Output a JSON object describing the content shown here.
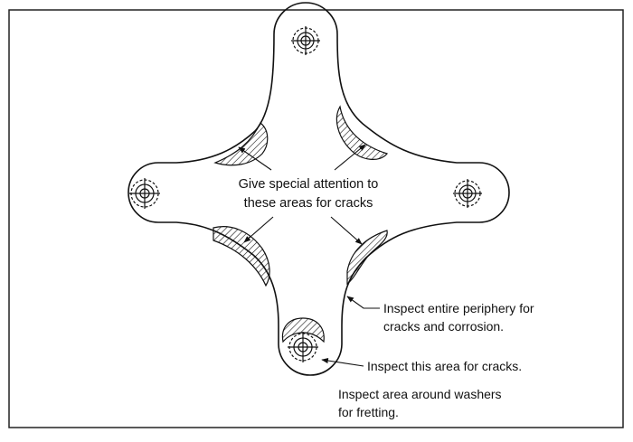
{
  "labels": {
    "center_line1": "Give special attention to",
    "center_line2": "these areas for cracks",
    "periphery_line1": "Inspect entire periphery for",
    "periphery_line2": "cracks and corrosion.",
    "area_cracks": "Inspect this area for cracks.",
    "washers_line1": "Inspect area around washers",
    "washers_line2": "for fretting."
  },
  "colors": {
    "ink": "#111111",
    "frame": "#222222",
    "background": "#ffffff"
  }
}
